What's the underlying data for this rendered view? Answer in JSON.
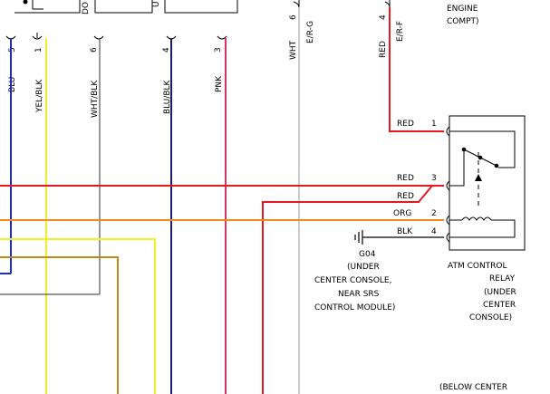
{
  "colors": {
    "blue": "#1a2ad8",
    "yellow": "#f2ee2a",
    "gray": "#555555",
    "navy": "#1c1c6e",
    "pink": "#d8306a",
    "light_gray": "#bbbbbb",
    "red": "#e8181c",
    "orange": "#f28a1c",
    "gold": "#c08a18"
  },
  "top_connector": {
    "label_do": "DO",
    "label_u": "U"
  },
  "pins_top": [
    {
      "num": "5",
      "wire": "BLU"
    },
    {
      "num": "1",
      "wire": "YEL/BLK"
    },
    {
      "num": "6",
      "wire": "WHT/BLK"
    },
    {
      "num": "4",
      "wire": "BLU/BLK"
    },
    {
      "num": "3",
      "wire": "PNK"
    }
  ],
  "mid_wires": {
    "wht_color": "WHT",
    "wht_pin": "6",
    "wht_code": "E/R-G",
    "red_color": "RED",
    "red_pin": "4",
    "red_code": "E/R-F"
  },
  "engine_compt": {
    "line1": "ENGINE",
    "line2": "COMPT)"
  },
  "relay": {
    "pins": [
      {
        "wire": "RED",
        "num": "1"
      },
      {
        "wire": "RED",
        "num": "3"
      },
      {
        "wire": "RED",
        "num": ""
      },
      {
        "wire": "ORG",
        "num": "2"
      },
      {
        "wire": "BLK",
        "num": "4"
      }
    ],
    "name_line1": "ATM CONTROL",
    "name_line2": "RELAY",
    "loc_line1": "(UNDER",
    "loc_line2": "CENTER",
    "loc_line3": "CONSOLE)"
  },
  "ground": {
    "id": "G04",
    "line1": "(UNDER",
    "line2": "CENTER CONSOLE,",
    "line3": "NEAR SRS",
    "line4": "CONTROL MODULE)"
  },
  "bottom_note": "(BELOW CENTER"
}
